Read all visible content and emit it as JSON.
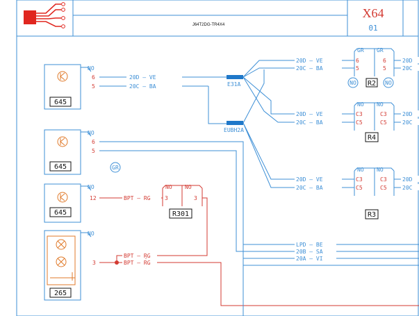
{
  "header": {
    "sheet_code": "X64",
    "sheet_number": "01",
    "reference": "J64T2DG-TR4X4"
  },
  "connectors": {
    "e31a": "E31A",
    "eubh2a": "EUBH2A"
  },
  "sw1": {
    "code": "645",
    "state": "NO",
    "pin_a": "6",
    "pin_b": "5"
  },
  "sw2": {
    "code": "645",
    "state": "NO",
    "pin_a": "6",
    "pin_b": "5",
    "tag": "GR"
  },
  "sw3": {
    "code": "645",
    "state": "NO",
    "pin": "12"
  },
  "lamp": {
    "code": "265",
    "state": "NO",
    "pin": "3"
  },
  "wires": {
    "w20d_ve": "20D — VE",
    "w20c_ba": "20C — BA",
    "bpt_rg": "BPT — RG",
    "lpd_be": "LPD — BE",
    "w20b_sa": "20B — SA",
    "w20a_vi": "20A — VI",
    "tail_20d": "20D",
    "tail_20c": "20C"
  },
  "r2": {
    "name": "R2",
    "state_l": "GR",
    "state_r": "GR",
    "pin_a": "6",
    "pin_b": "5",
    "tag_l": "NO",
    "tag_r": "NO"
  },
  "r4": {
    "name": "R4",
    "state": "NO",
    "pin_a": "C3",
    "pin_b": "C5"
  },
  "r3": {
    "name": "R3",
    "state": "NO",
    "pin_a": "C3",
    "pin_b": "C5"
  },
  "r301": {
    "name": "R301",
    "state": "NO",
    "pin": "3"
  }
}
